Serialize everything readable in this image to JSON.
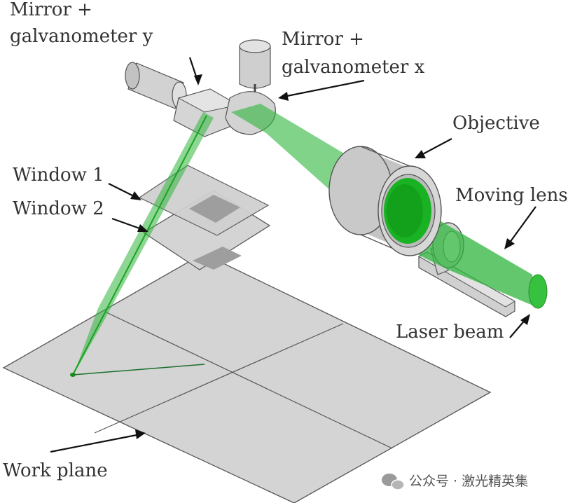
{
  "labels": {
    "mirror_y_line1": "Mirror +",
    "mirror_y_line2": "galvanometer y",
    "mirror_x_line1": "Mirror +",
    "mirror_x_line2": "galvanometer x",
    "objective": "Objective",
    "moving_lens": "Moving lens",
    "window1": "Window 1",
    "window2": "Window 2",
    "laser_beam": "Laser beam",
    "work_plane": "Work plane"
  },
  "watermark": {
    "text": "公众号 · 激光精英集"
  },
  "colors": {
    "beam": "#2fb53c",
    "beam_core": "#1aa321",
    "plate": "#d4d4d4",
    "plate_dark": "#b7b7b7",
    "outline": "#555555",
    "text": "#333333"
  }
}
